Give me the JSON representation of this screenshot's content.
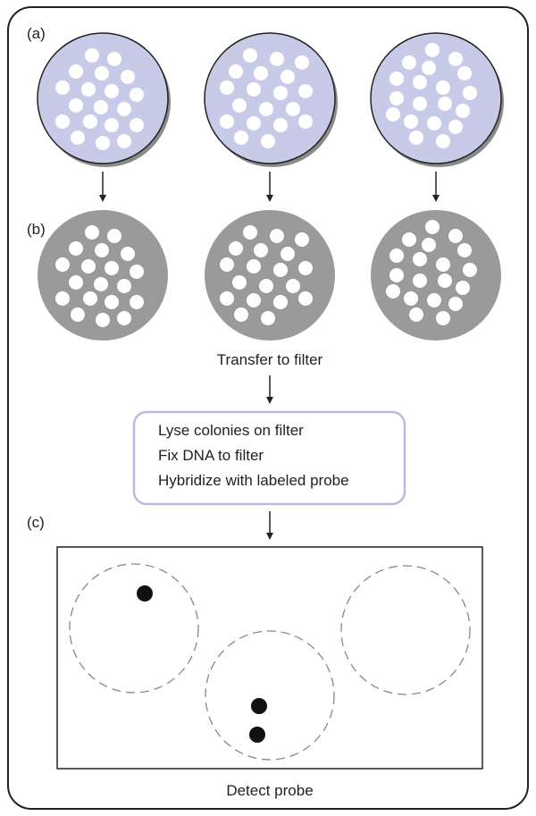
{
  "panels": {
    "a": "(a)",
    "b": "(b)",
    "c": "(c)"
  },
  "captions": {
    "transfer": "Transfer to filter",
    "detect": "Detect probe"
  },
  "steps": [
    "Lyse colonies on filter",
    "Fix DNA to filter",
    "Hybridize with labeled probe"
  ],
  "colors": {
    "plate_fill": "#c8cbe8",
    "plate_shadow": "#8a8a8a",
    "filter_fill": "#9a9a9a",
    "colony": "#ffffff",
    "signal": "#111111",
    "box_border": "#c0c2e0",
    "frame": "#222222"
  }
}
